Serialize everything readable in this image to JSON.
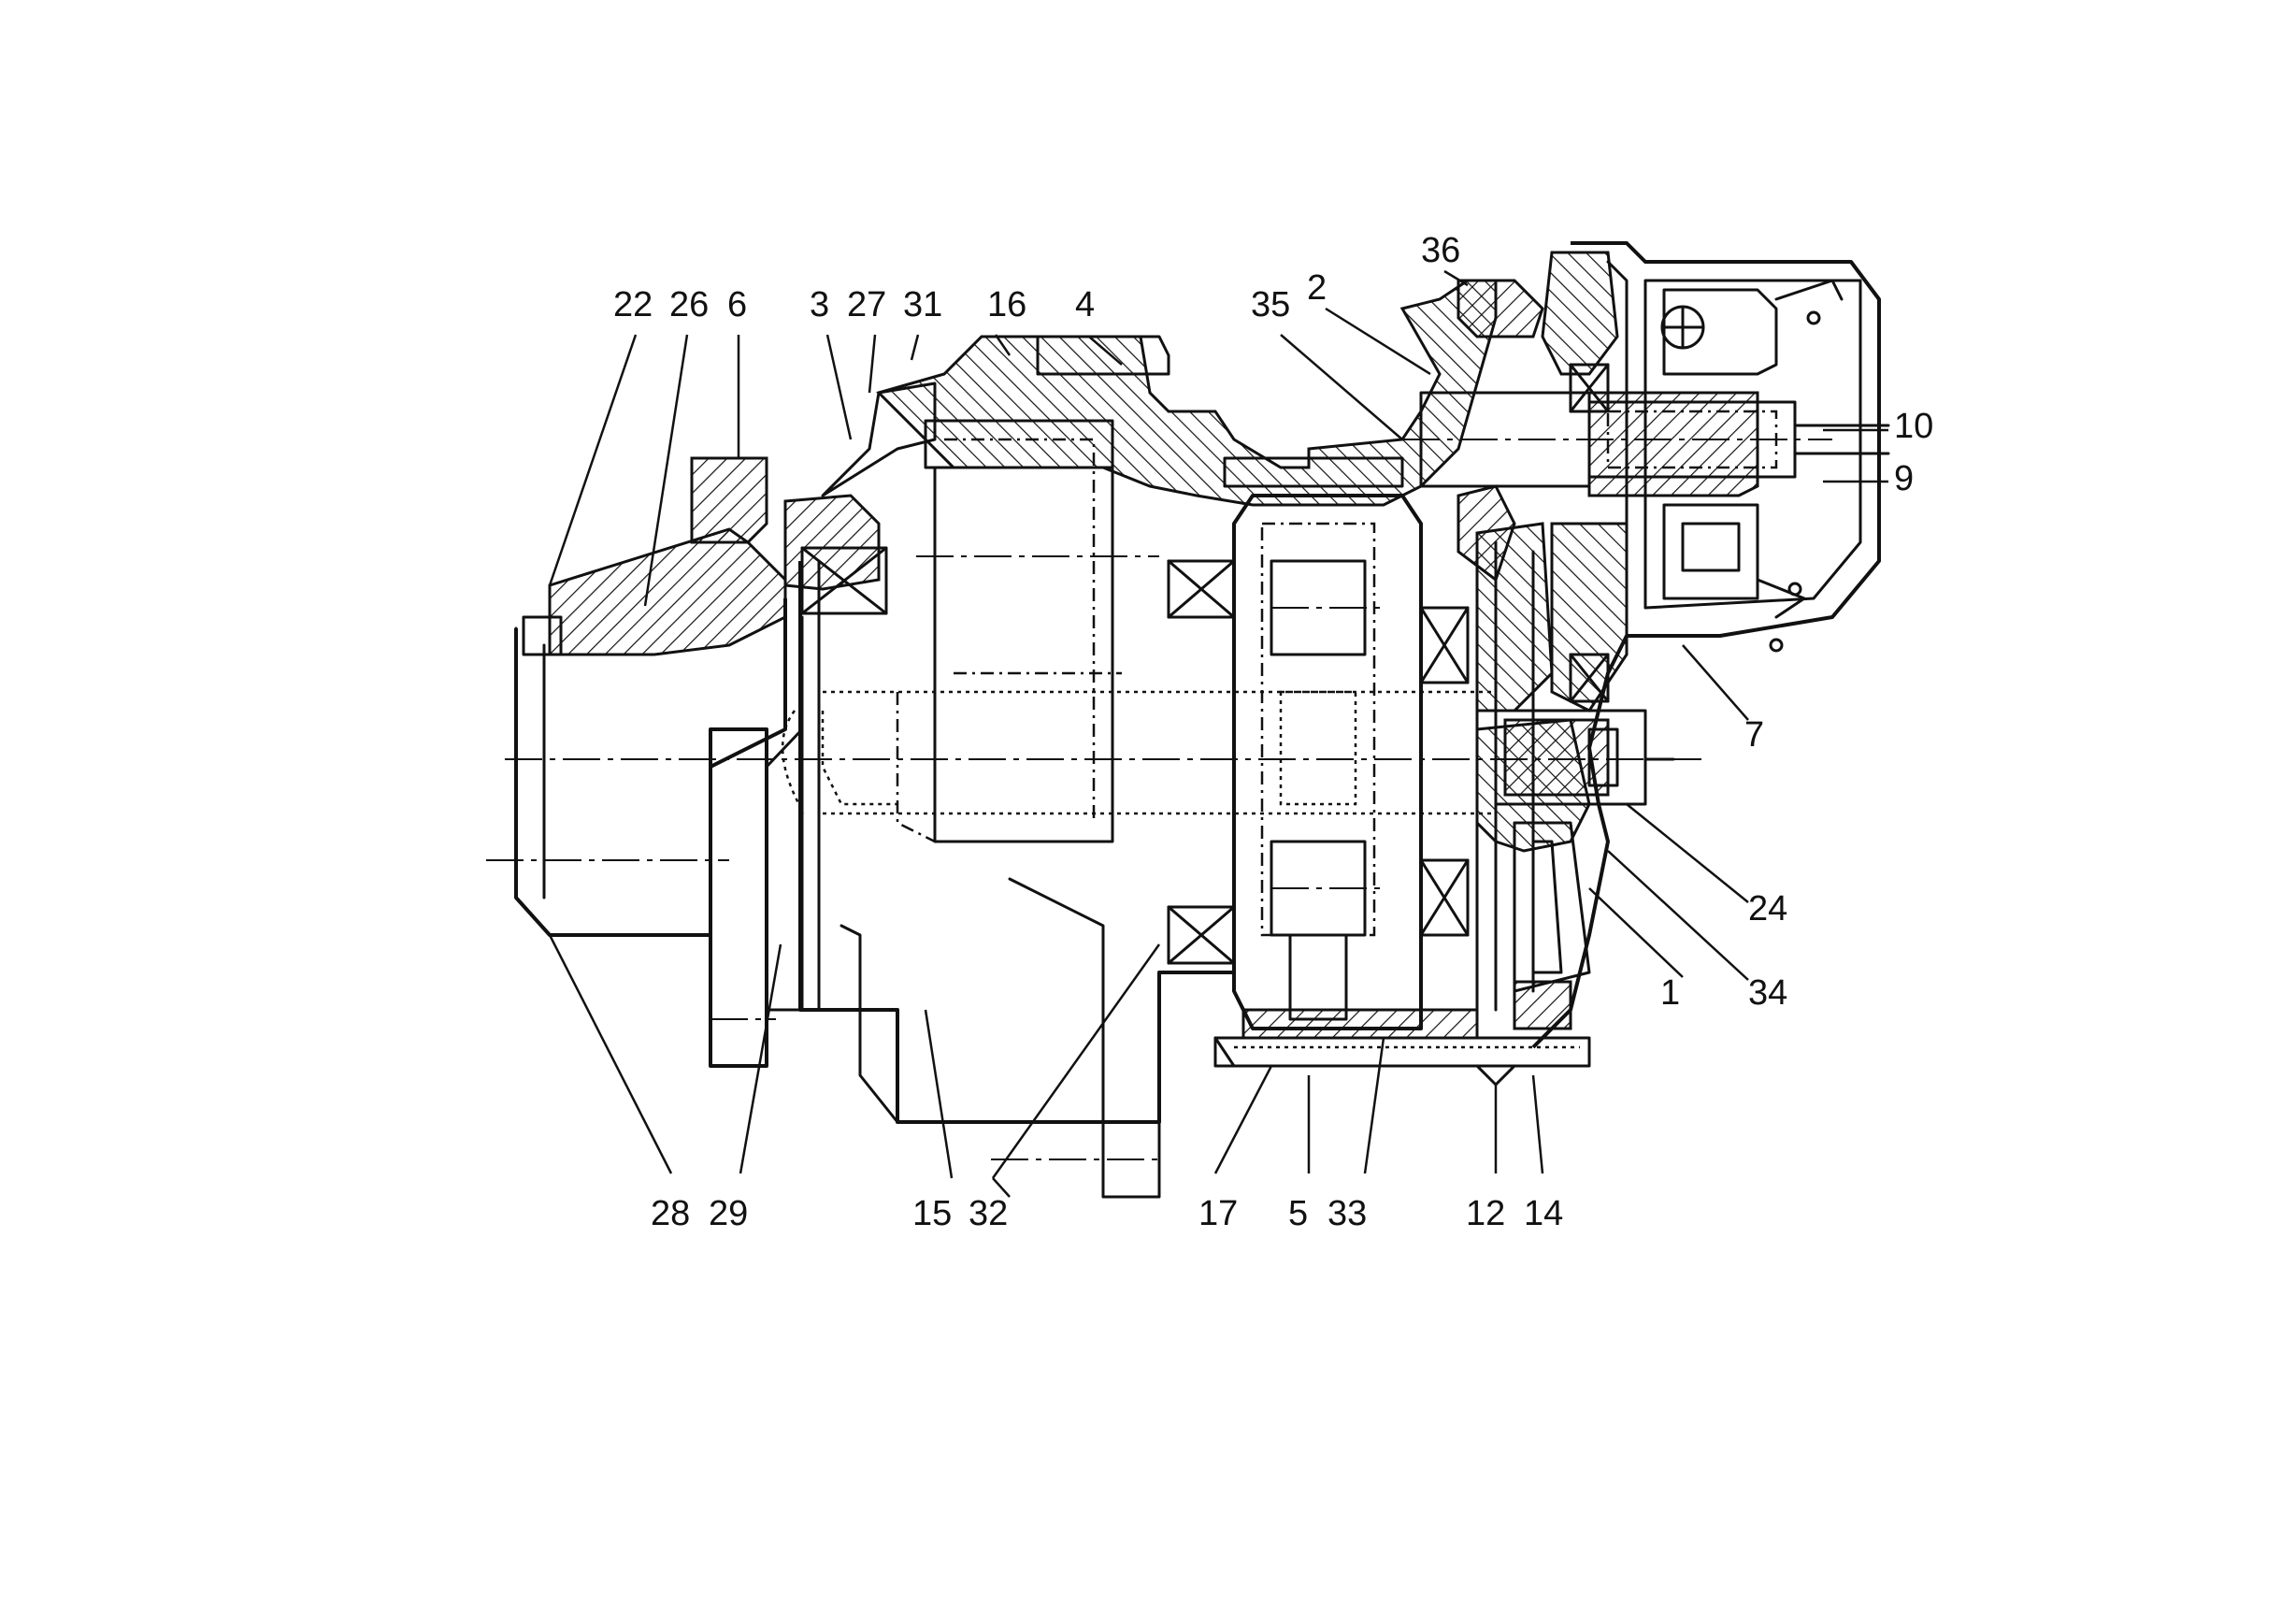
{
  "callouts": {
    "top": [
      "22",
      "26",
      "6",
      "3",
      "27",
      "31",
      "16",
      "4",
      "35",
      "2",
      "36"
    ],
    "right": [
      "10",
      "9",
      "7",
      "24",
      "1",
      "34"
    ],
    "bottom": [
      "28",
      "29",
      "15",
      "32",
      "17",
      "5",
      "33",
      "12",
      "14"
    ]
  }
}
